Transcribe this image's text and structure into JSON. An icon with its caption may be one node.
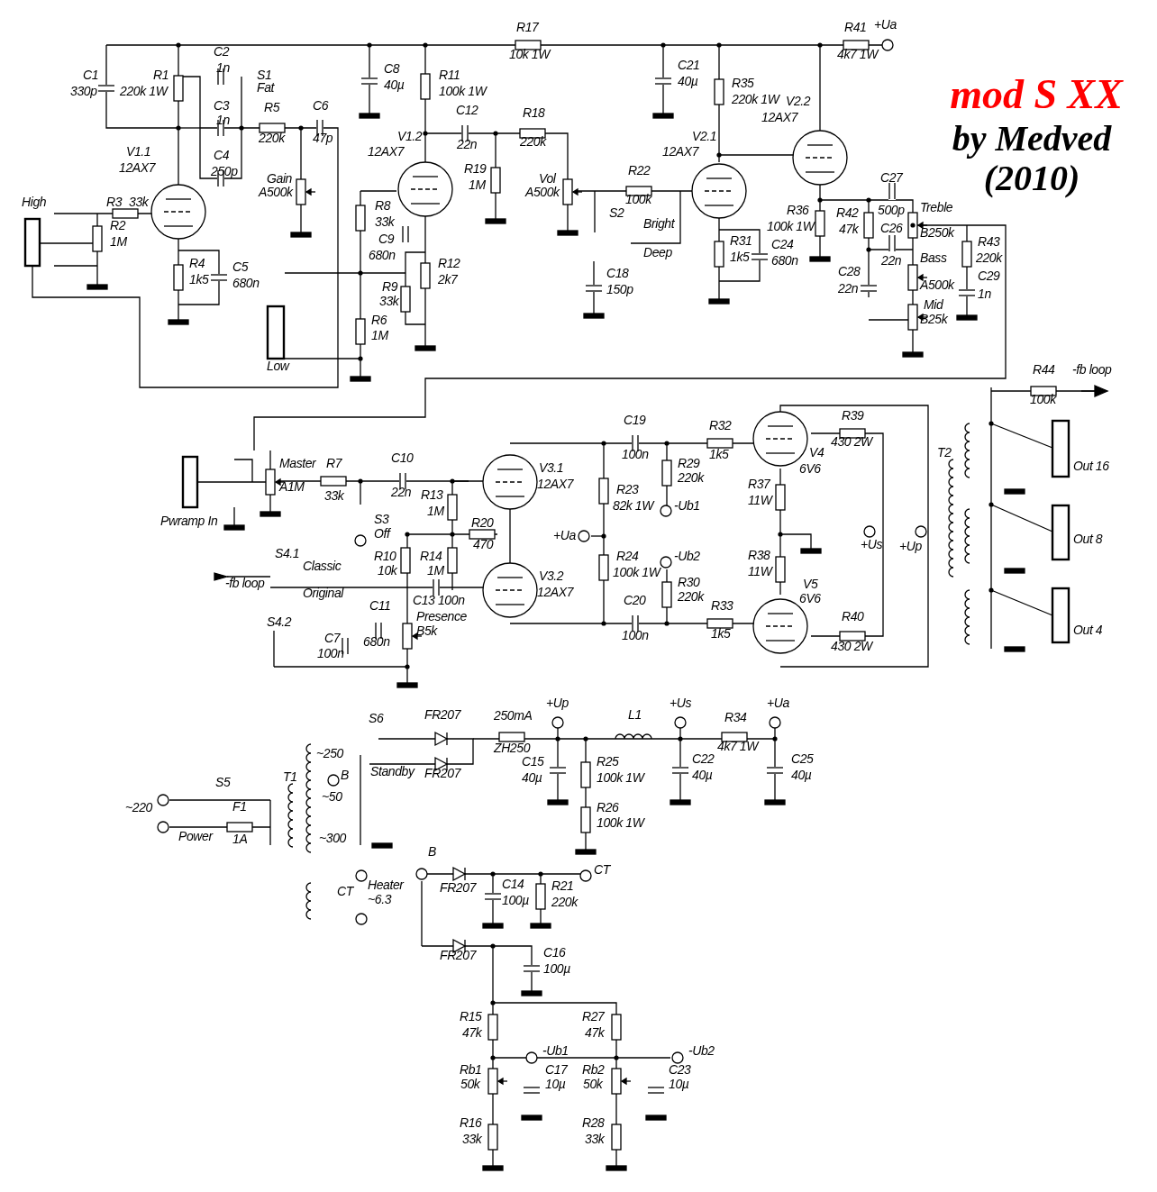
{
  "diagram": {
    "title": "mod S XX",
    "caption": "by Medved (2010)",
    "labels": [
      "C1",
      "330p",
      "R1",
      "220k 1W",
      "C2",
      "1n",
      "S1",
      "Fat",
      "C3",
      "1n",
      "R5",
      "220k",
      "C6",
      "47p",
      "C4",
      "250p",
      "V1.1",
      "12AX7",
      "Gain",
      "A500k",
      "High",
      "R3",
      "33k",
      "R2",
      "1M",
      "R4",
      "1k5",
      "C5",
      "680n",
      "C8",
      "40µ",
      "R11",
      "100k 1W",
      "C12",
      "22n",
      "R18",
      "220k",
      "V1.2",
      "12AX7",
      "R19",
      "1M",
      "R8",
      "33k",
      "C9",
      "680n",
      "R12",
      "2k7",
      "R9",
      "33k",
      "R6",
      "1M",
      "Low",
      "R17",
      "10k 1W",
      "C21",
      "40µ",
      "R35",
      "220k 1W",
      "V2.2",
      "12AX7",
      "R41",
      "+Ua",
      "4k7 1W",
      "Vol",
      "A500k",
      "R22",
      "100k",
      "V2.1",
      "12AX7",
      "S2",
      "Bright",
      "Deep",
      "C18",
      "150p",
      "R36",
      "100k 1W",
      "R31",
      "1k5",
      "C24",
      "680n",
      "R42",
      "47k",
      "C27",
      "500p",
      "Treble",
      "B250k",
      "C26",
      "22n",
      "Bass",
      "A500k",
      "C28",
      "22n",
      "Mid",
      "B25k",
      "R43",
      "220k",
      "C29",
      "1n",
      "R44",
      "-fb loop",
      "100k",
      "C19",
      "100n",
      "R32",
      "1k5",
      "R39",
      "430 2W",
      "V4",
      "6V6",
      "Out 16",
      "T2",
      "Master",
      "A1M",
      "R7",
      "33k",
      "C10",
      "22n",
      "V3.1",
      "12AX7",
      "R29",
      "220k",
      "R23",
      "82k 1W",
      "R13",
      "1M",
      "R37",
      "11W",
      "-Ub1",
      "Pwramp In",
      "S3",
      "R20",
      "Off",
      "470",
      "+Ua",
      "+Us",
      "+Up",
      "Out 8",
      "R10",
      "10k",
      "R14",
      "1M",
      "R24",
      "100k 1W",
      "-Ub2",
      "R38",
      "11W",
      "S4.1",
      "Classic",
      "-fb loop",
      "Original",
      "R30",
      "220k",
      "V3.2",
      "12AX7",
      "C13 100n",
      "V5",
      "6V6",
      "R33",
      "1k5",
      "C20",
      "100n",
      "S4.2",
      "C11",
      "Presence",
      "B5k",
      "R40",
      "430 2W",
      "Out 4",
      "C7",
      "680n",
      "100n",
      "S6",
      "FR207",
      "250mA",
      "+Up",
      "L1",
      "+Us",
      "R34",
      "+Ua",
      "ZH250",
      "C15",
      "40µ",
      "R25",
      "100k 1W",
      "4k7 1W",
      "C22",
      "40µ",
      "C25",
      "40µ",
      "~250",
      "Standby",
      "FR207",
      "T1",
      "B",
      "S5",
      "~50",
      "~220",
      "F1",
      "R26",
      "100k 1W",
      "Power",
      "1A",
      "~300",
      "B",
      "CT",
      "CT",
      "Heater",
      "~6.3",
      "FR207",
      "C14",
      "100µ",
      "R21",
      "220k",
      "FR207",
      "C16",
      "100µ",
      "R15",
      "47k",
      "R27",
      "47k",
      "-Ub1",
      "-Ub2",
      "Rb1",
      "50k",
      "C17",
      "10µ",
      "Rb2",
      "50k",
      "C23",
      "10µ",
      "R16",
      "33k",
      "R28",
      "33k"
    ]
  }
}
